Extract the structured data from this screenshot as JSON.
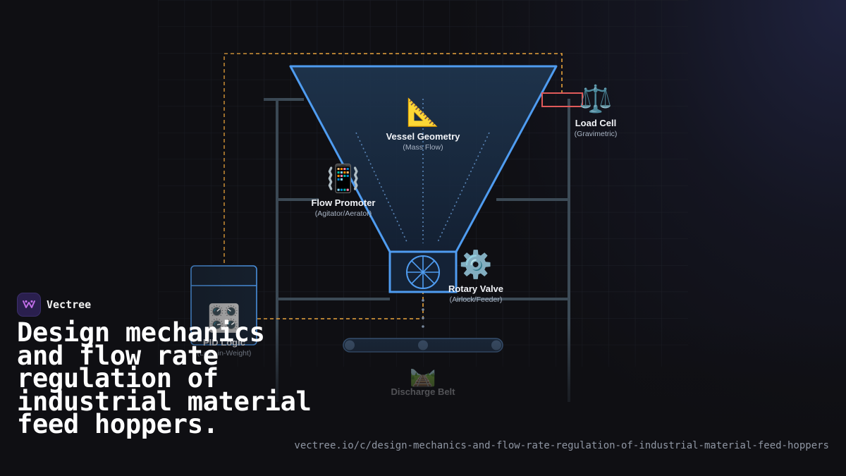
{
  "brand": {
    "name": "Vectree",
    "logo_color": "#c06ee8"
  },
  "headline": "Design mechanics and flow rate regulation of industrial material feed hoppers.",
  "url": "vectree.io/c/design-mechanics-and-flow-rate-regulation-of-industrial-material-feed-hoppers",
  "colors": {
    "background": "#0f0f13",
    "hopper_stroke": "#4f9cf0",
    "control_loop": "#e8a23a",
    "load_cell_stroke": "#e05a5a",
    "frame": "#3c4a56"
  },
  "diagram": {
    "vessel": {
      "icon": "triangular-ruler-icon",
      "glyph": "📐",
      "title": "Vessel Geometry",
      "subtitle": "(Mass Flow)"
    },
    "load_cell": {
      "icon": "balance-scale-icon",
      "glyph": "⚖️",
      "title": "Load Cell",
      "subtitle": "(Gravimetric)"
    },
    "flow_promoter": {
      "icon": "vibrating-phone-icon",
      "glyph": "📳",
      "title": "Flow Promoter",
      "subtitle": "(Agitator/Aerator)"
    },
    "rotary_valve": {
      "icon": "gear-icon",
      "glyph": "⚙️",
      "title": "Rotary Valve",
      "subtitle": "(Airlock/Feeder)"
    },
    "pid": {
      "icon": "control-knobs-icon",
      "glyph": "🎛️",
      "title": "PID Logic",
      "subtitle": "(Loss-in-Weight)"
    },
    "belt": {
      "icon": "belt-icon",
      "glyph": "🛤️",
      "title": "Discharge Belt"
    }
  }
}
